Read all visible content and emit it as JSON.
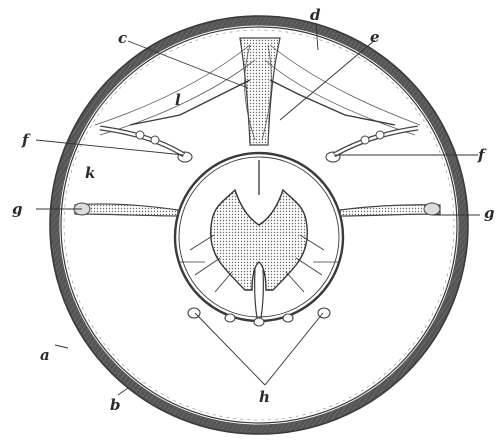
{
  "figure": {
    "labels": {
      "a": "a",
      "b": "b",
      "c": "c",
      "d": "d",
      "e": "e",
      "f_left": "f",
      "f_right": "f",
      "g_left": "g",
      "g_right": "g",
      "h": "h",
      "k": "k",
      "l": "l"
    }
  }
}
